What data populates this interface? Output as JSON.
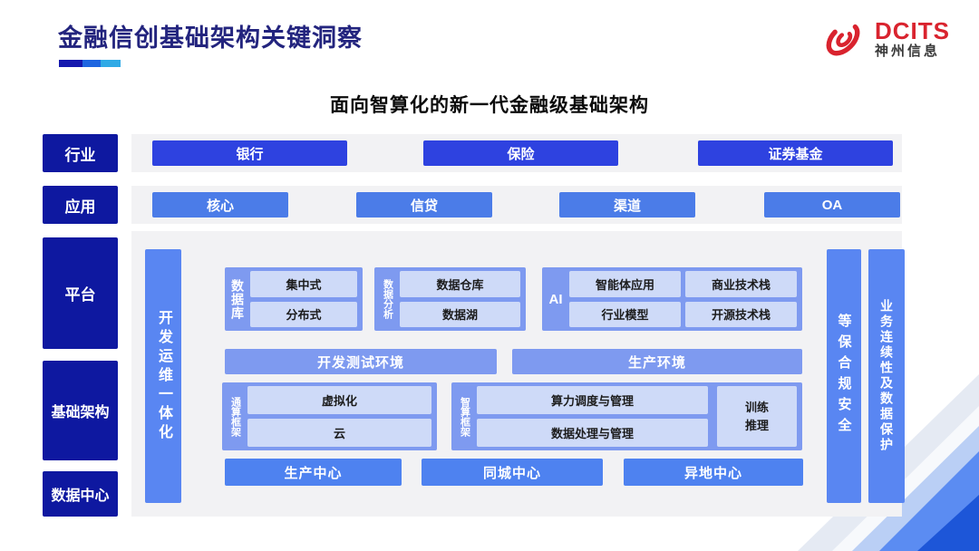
{
  "header": {
    "title": "金融信创基础架构关键洞察",
    "logo_text": "DCITS",
    "logo_subtext": "神州信息"
  },
  "diagram": {
    "title": "面向智算化的新一代金融级基础架构",
    "side_labels": {
      "industry": "行业",
      "application": "应用",
      "platform": "平台",
      "infrastructure": "基础架构",
      "datacenter": "数据中心"
    },
    "industry_items": [
      "银行",
      "保险",
      "证券基金"
    ],
    "application_items": [
      "核心",
      "信贷",
      "渠道",
      "OA"
    ],
    "devops_bar": "开发运维一体化",
    "security_bars": [
      "等保合规安全",
      "业务连续性及数据保护"
    ],
    "platform_groups": {
      "database": {
        "label": "数据库",
        "items": [
          "集中式",
          "分布式"
        ]
      },
      "analytics": {
        "label": "数据分析",
        "items": [
          "数据仓库",
          "数据湖"
        ]
      },
      "ai": {
        "label": "AI",
        "items": [
          "智能体应用",
          "商业技术栈",
          "行业模型",
          "开源技术栈"
        ]
      }
    },
    "environments": [
      "开发测试环境",
      "生产环境"
    ],
    "infra_groups": {
      "general": {
        "label": "通算框架",
        "items": [
          "虚拟化",
          "云"
        ]
      },
      "intelligent": {
        "label": "智算框架",
        "items": [
          "算力调度与管理",
          "数据处理与管理"
        ],
        "side": "训练推理"
      }
    },
    "datacenter_items": [
      "生产中心",
      "同城中心",
      "异地中心"
    ]
  },
  "colors": {
    "label_navy": "#0e18a0",
    "industry_blue": "#2e42e0",
    "application_blue": "#4b7ce8",
    "bar_blue": "#5986f2",
    "container_blue": "#7e9af0",
    "chip_blue": "#cedaf8",
    "center_blue": "#4e82f0",
    "logo_red": "#d9232e",
    "title_navy": "#23247e",
    "panel_gray": "#f2f2f4"
  }
}
